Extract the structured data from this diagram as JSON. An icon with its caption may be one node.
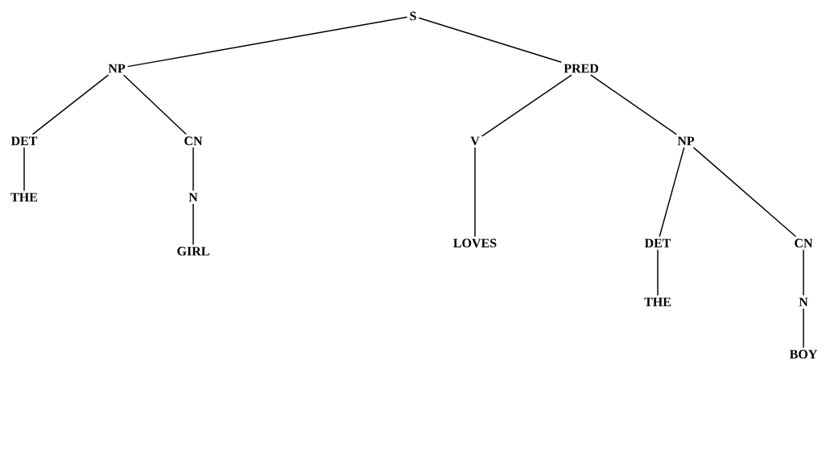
{
  "diagram": {
    "nodes": [
      {
        "text": [
          "S"
        ]
      },
      {
        "text": [
          "NP"
        ]
      },
      {
        "text": [
          "PRED"
        ]
      },
      {
        "text": [
          "DET"
        ]
      },
      {
        "text": [
          "CN"
        ]
      },
      {
        "text": [
          "V"
        ]
      },
      {
        "text": [
          "NP"
        ]
      },
      {
        "text": [
          "THE"
        ]
      },
      {
        "text": [
          "N"
        ]
      },
      {
        "text": [
          "GIRL"
        ]
      },
      {
        "text": [
          "LOVES"
        ]
      },
      {
        "text": [
          "DET"
        ]
      },
      {
        "text": [
          "CN"
        ]
      },
      {
        "text": [
          "THE"
        ]
      },
      {
        "text": [
          "N"
        ]
      },
      {
        "text": [
          "BOY"
        ]
      }
    ],
    "edges": [
      {
        "from": 0,
        "to": 1,
        "arrow": "none"
      },
      {
        "from": 0,
        "to": 2,
        "arrow": "none"
      },
      {
        "from": 1,
        "to": 3,
        "arrow": "none"
      },
      {
        "from": 1,
        "to": 4,
        "arrow": "none"
      },
      {
        "from": 2,
        "to": 5,
        "arrow": "none"
      },
      {
        "from": 2,
        "to": 6,
        "arrow": "none"
      },
      {
        "from": 3,
        "to": 7,
        "arrow": "none"
      },
      {
        "from": 4,
        "to": 8,
        "arrow": "none"
      },
      {
        "from": 8,
        "to": 9,
        "arrow": "none"
      },
      {
        "from": 5,
        "to": 10,
        "arrow": "none"
      },
      {
        "from": 6,
        "to": 11,
        "arrow": "none"
      },
      {
        "from": 6,
        "to": 12,
        "arrow": "none"
      },
      {
        "from": 11,
        "to": 13,
        "arrow": "none"
      },
      {
        "from": 12,
        "to": 14,
        "arrow": "none"
      },
      {
        "from": 14,
        "to": 15,
        "arrow": "none"
      }
    ]
  }
}
